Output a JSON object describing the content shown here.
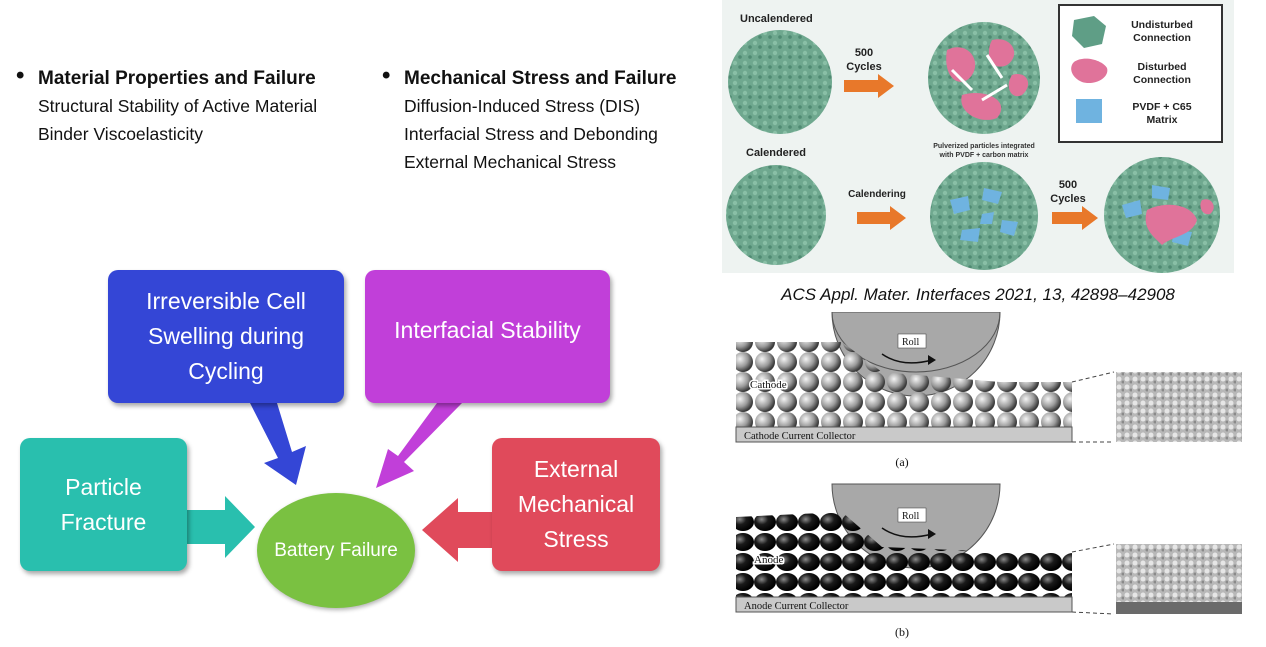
{
  "bullets": {
    "left": {
      "title": "Material Properties and Failure",
      "items": [
        "Structural Stability of Active Material",
        "Binder Viscoelasticity"
      ]
    },
    "right": {
      "title": "Mechanical Stress and Failure",
      "items": [
        "Diffusion-Induced Stress (DIS)",
        "Interfacial Stress and Debonding",
        "External Mechanical Stress"
      ]
    }
  },
  "diagram": {
    "center": "Battery Failure",
    "causes": {
      "swelling": [
        "Irreversible Cell",
        "Swelling during",
        "Cycling"
      ],
      "interfacial": "Interfacial Stability",
      "fracture": [
        "Particle",
        "Fracture"
      ],
      "external": [
        "External",
        "Mechanical",
        "Stress"
      ]
    },
    "colors": {
      "swelling": "#3446d6",
      "interfacial": "#c13fd9",
      "fracture": "#29bfae",
      "external": "#e04a5b",
      "center": "#7ac141"
    }
  },
  "figure_top": {
    "label_uncalendered": "Uncalendered",
    "label_calendered": "Calendered",
    "arrow_500_top": [
      "500",
      "Cycles"
    ],
    "arrow_calendering": "Calendering",
    "arrow_500_bottom": [
      "500",
      "Cycles"
    ],
    "caption_pulverized": [
      "Pulverized particles integrated",
      "with PVDF + carbon matrix"
    ],
    "legend": [
      {
        "label": [
          "Undisturbed",
          "Connection"
        ],
        "color": "#5f9e86"
      },
      {
        "label": [
          "Disturbed",
          "Connection"
        ],
        "color": "#e0739a"
      },
      {
        "label": [
          "PVDF + C65",
          "Matrix"
        ],
        "color": "#6fb3e0"
      }
    ]
  },
  "citation": "ACS Appl. Mater. Interfaces 2021, 13, 42898–42908",
  "figure_bottom": {
    "a": {
      "roll": "Roll",
      "electrode": "Cathode",
      "collector": "Cathode Current Collector",
      "panel": "(a)"
    },
    "b": {
      "roll": "Roll",
      "electrode": "Anode",
      "collector": "Anode Current Collector",
      "panel": "(b)"
    }
  }
}
